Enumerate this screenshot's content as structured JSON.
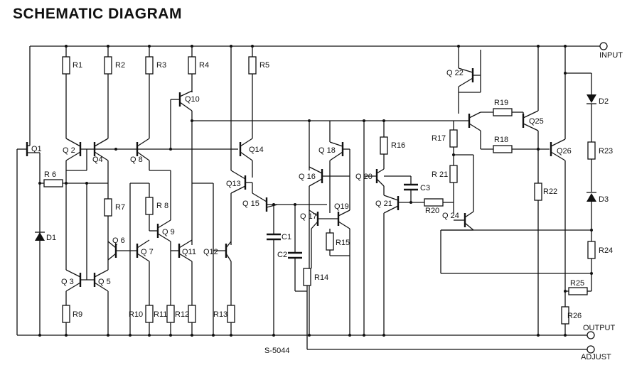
{
  "title": "SCHEMATIC DIAGRAM",
  "drawing_no": "S-5044",
  "terminals": {
    "input": "INPUT",
    "output": "OUTPUT",
    "adjust": "ADJUST"
  },
  "resistors": {
    "r1": "R1",
    "r2": "R2",
    "r3": "R3",
    "r4": "R4",
    "r5": "R5",
    "r6": "R 6",
    "r7": "R7",
    "r8": "R 8",
    "r9": "R9",
    "r10": "R10",
    "r11": "R11",
    "r12": "R12",
    "r13": "R13",
    "r14": "R14",
    "r15": "R15",
    "r16": "R16",
    "r17": "R17",
    "r18": "R18",
    "r19": "R19",
    "r20": "R20",
    "r21": "R 21",
    "r22": "R22",
    "r23": "R23",
    "r24": "R24",
    "r25": "R25",
    "r26": "R26"
  },
  "transistors": {
    "q1": "Q1",
    "q2": "Q 2",
    "q3": "Q 3",
    "q4": "Q4",
    "q5": "Q 5",
    "q6": "Q 6",
    "q7": "Q 7",
    "q8": "Q 8",
    "q9": "Q 9",
    "q10": "Q10",
    "q11": "Q11",
    "q12": "Q12",
    "q13": "Q13",
    "q14": "Q14",
    "q15": "Q 15",
    "q16": "Q 16",
    "q17": "Q 17",
    "q18": "Q 18",
    "q19": "Q19",
    "q20": "Q 20",
    "q21": "Q 21",
    "q22": "Q 22",
    "q24": "Q 24",
    "q25": "Q25",
    "q26": "Q26"
  },
  "capacitors": {
    "c1": "C1",
    "c2": "C2",
    "c3": "C3"
  },
  "diodes": {
    "d1": "D1",
    "d2": "D2",
    "d3": "D3"
  }
}
